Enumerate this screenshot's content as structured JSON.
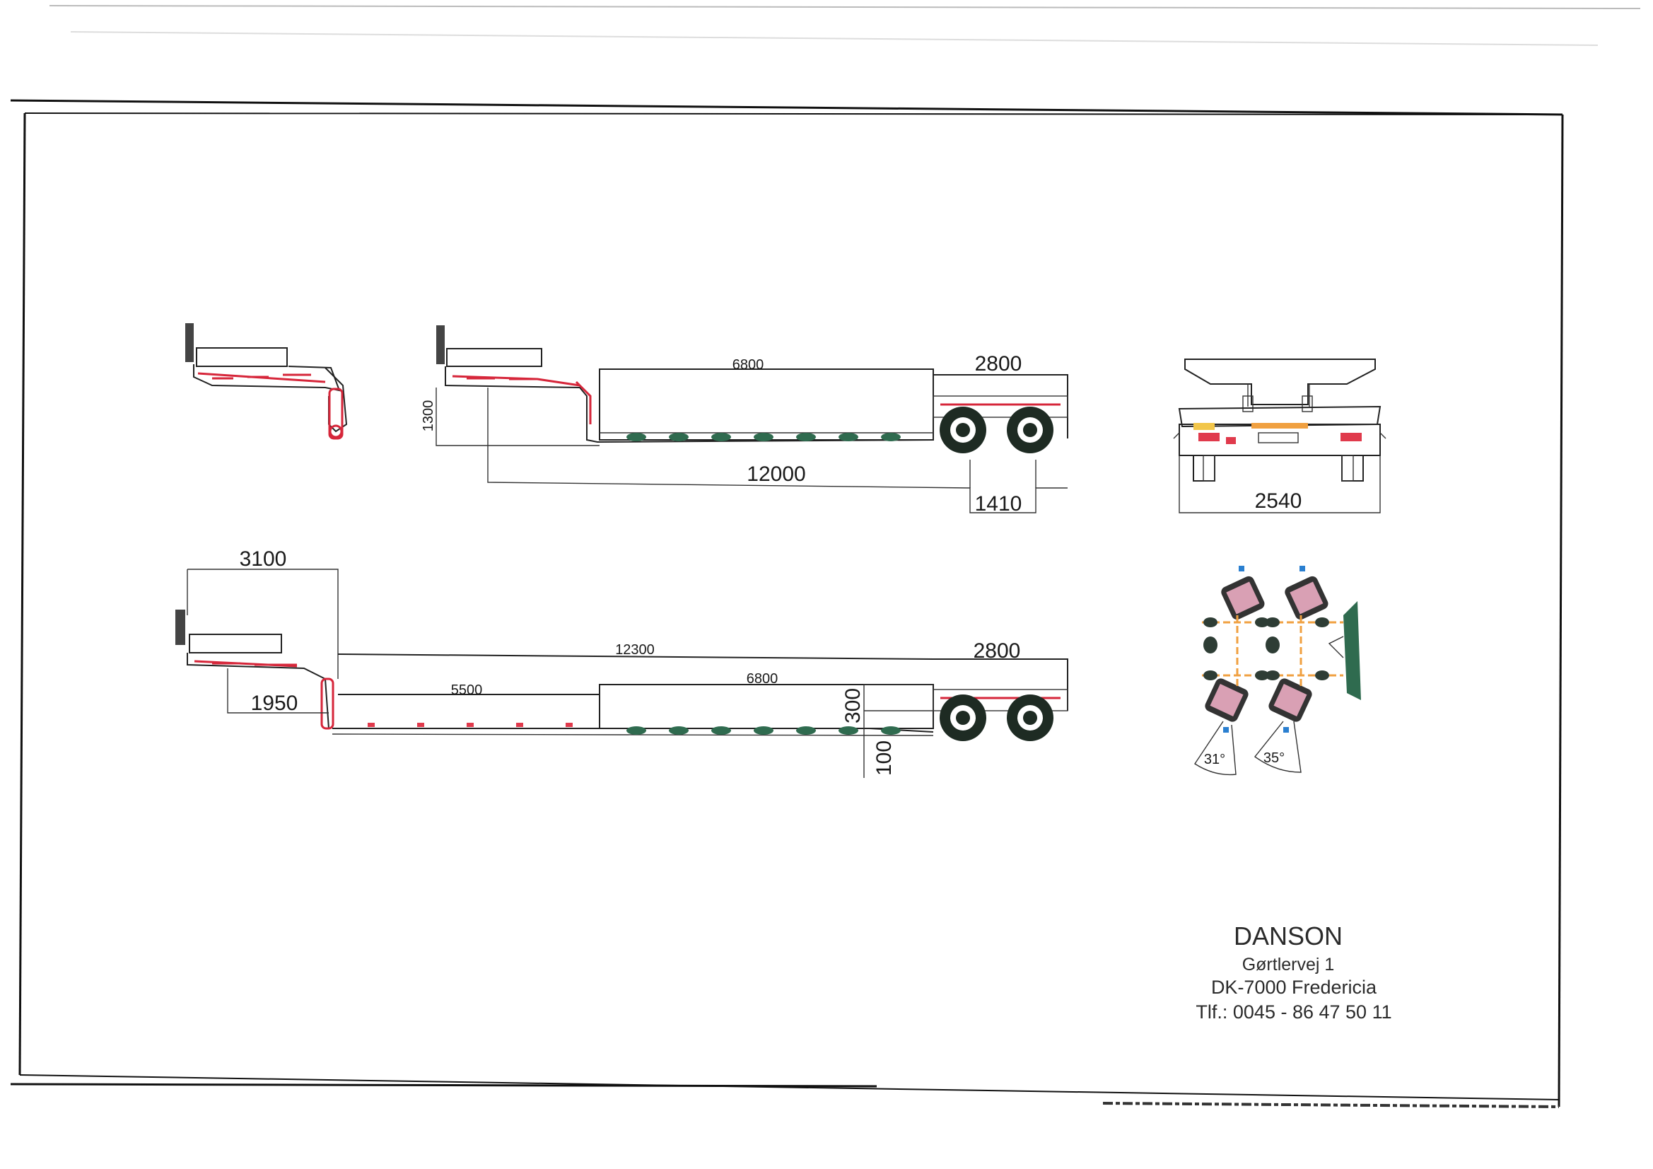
{
  "drawing": {
    "dimensions": {
      "deck_length_top": "6800",
      "rear_length_top": "2800",
      "neck_height": "1300",
      "overall_length_top": "12000",
      "axle_spacing": "1410",
      "width_rear": "2540",
      "gooseneck_length": "3100",
      "gooseneck_offset": "1950",
      "overall_length_extended": "12300",
      "rear_length_extended": "2800",
      "deck_length_extended": "6800",
      "extension_length": "5500",
      "step_height": "300",
      "ground_clearance": "100",
      "steering_angle_inner": "31°",
      "steering_angle_outer": "35°"
    }
  },
  "company": {
    "name": "DANSON",
    "street": "Gørtlervej 1",
    "city": "DK-7000 Fredericia",
    "phone": "Tlf.: 0045 - 86 47 50 11"
  },
  "colors": {
    "line": "#222222",
    "accent_red": "#d6263a",
    "accent_orange": "#f0a040",
    "accent_blue": "#2a7fd0",
    "accent_green": "#2f6b4f"
  }
}
